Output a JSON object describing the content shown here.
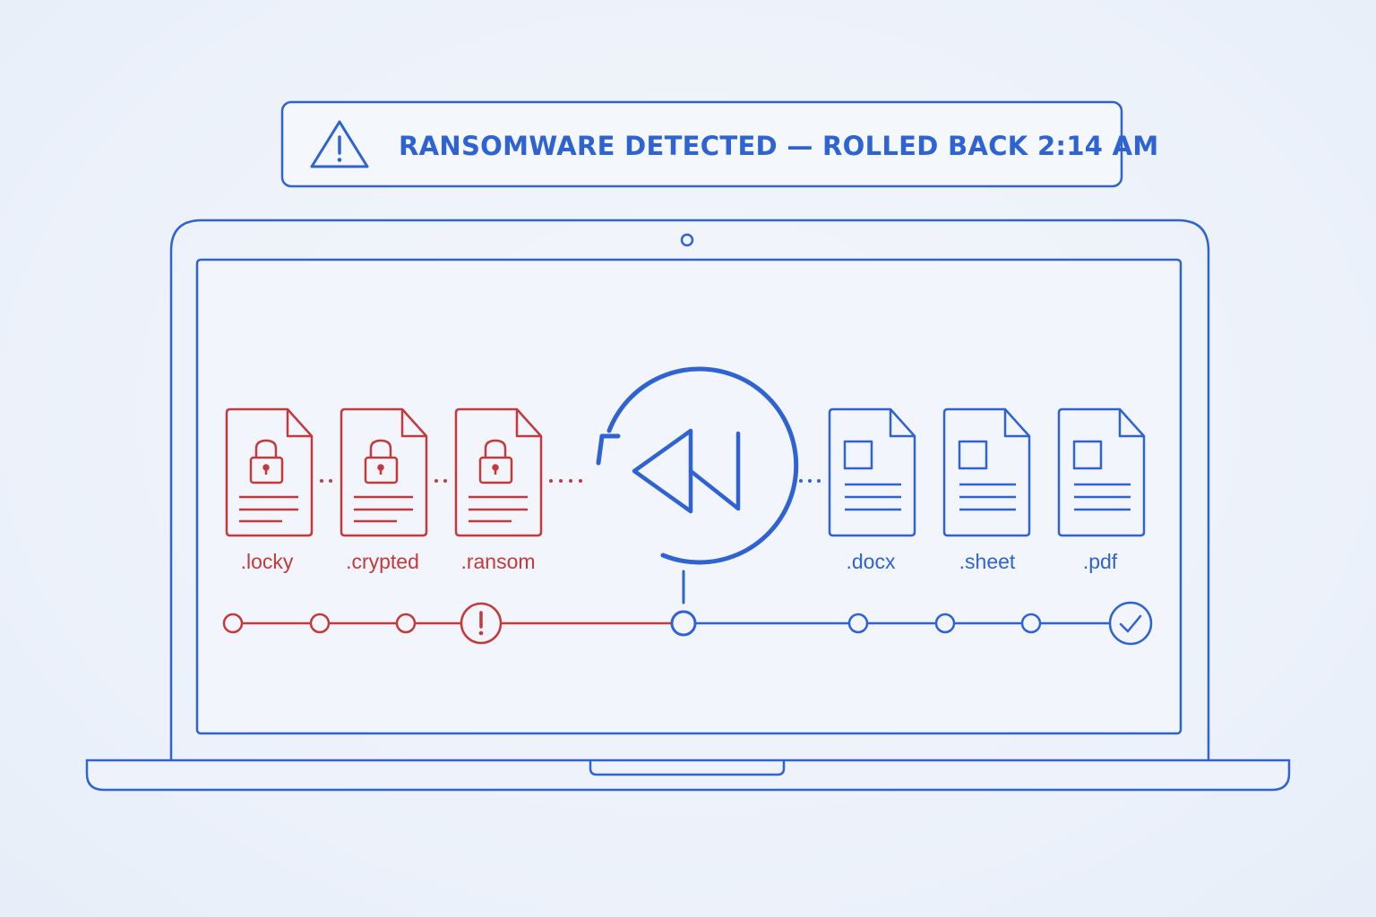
{
  "banner": {
    "text": "RANSOMWARE DETECTED — ROLLED BACK 2:14 AM",
    "icon": "warning-triangle-icon"
  },
  "colors": {
    "primary": "#2f63d1",
    "danger": "#c33a3c",
    "background": "#edf2fa"
  },
  "encrypted_files": [
    {
      "extension": ".locky",
      "icon": "locked-file-icon"
    },
    {
      "extension": ".crypted",
      "icon": "locked-file-icon"
    },
    {
      "extension": ".ransom",
      "icon": "locked-file-icon"
    }
  ],
  "restored_files": [
    {
      "extension": ".docx",
      "icon": "document-file-icon"
    },
    {
      "extension": ".sheet",
      "icon": "document-file-icon"
    },
    {
      "extension": ".pdf",
      "icon": "document-file-icon"
    }
  ],
  "rollback_icon": "rewind-icon",
  "timeline": {
    "alert_icon": "exclamation-icon",
    "complete_icon": "check-icon"
  }
}
